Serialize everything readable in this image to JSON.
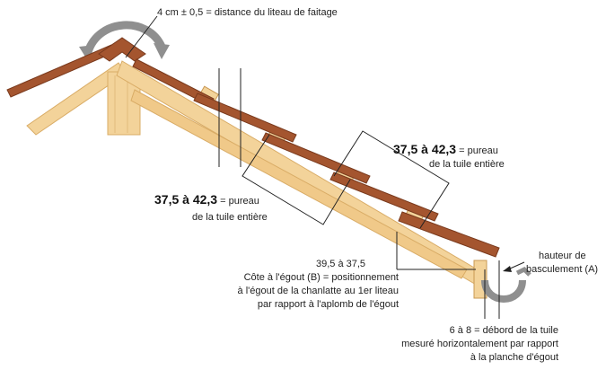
{
  "labels": {
    "ridge_distance": "4 cm ± 0,5 = distance du liteau de faitage",
    "pureau_upper_value": "37,5 à 42,3",
    "pureau_upper_text": "= pureau",
    "pureau_upper_line2": "de la tuile entière",
    "pureau_lower_value": "37,5 à 42,3",
    "pureau_lower_text": "= pureau",
    "pureau_lower_line2": "de la tuile entière",
    "eaves_range": "39,5 à 37,5",
    "eaves_line1": "Côte à l'égout (B) = positionnement",
    "eaves_line2": "à l'égout de la chanlatte au 1er liteau",
    "eaves_line3": "par rapport à l'aplomb de l'égout",
    "tilt_height_line1": "hauteur de",
    "tilt_height_line2": "basculement (A)",
    "overhang_line1": "6 à 8 = débord de la tuile",
    "overhang_line2": "mesuré horizontalement par rapport",
    "overhang_line3": "à la planche d'égout"
  },
  "colors": {
    "tile": "#a4552f",
    "tile_dark": "#7a3a1d",
    "wood": "#f3d39a",
    "wood_dark": "#dfb26d",
    "arrow_gray": "#8a8a8a",
    "line": "#333333"
  }
}
